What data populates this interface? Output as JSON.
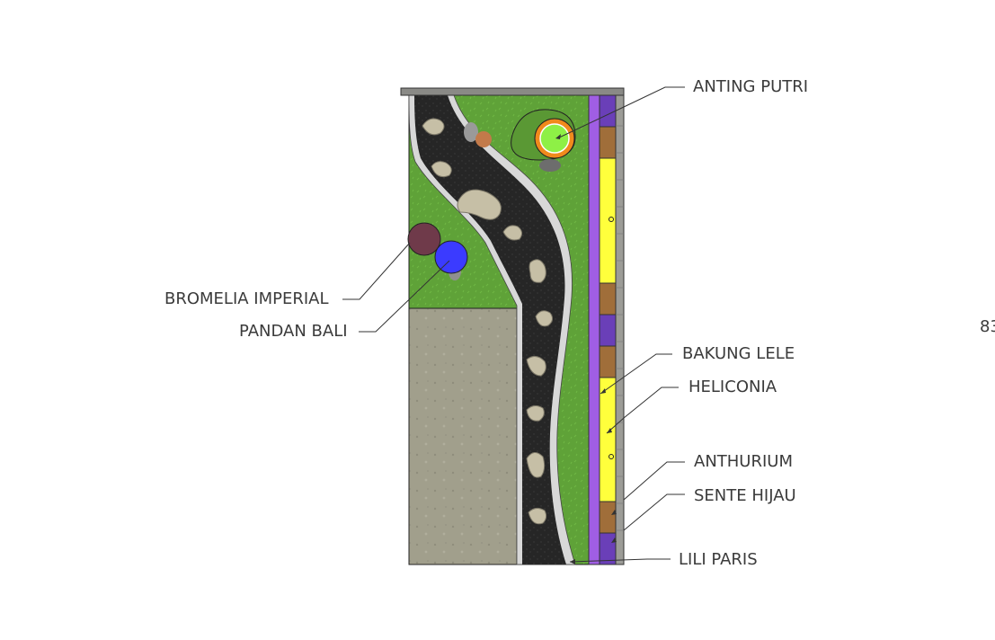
{
  "labels": {
    "anting_putri": "ANTING PUTRI",
    "bromelia_imperial": "BROMELIA IMPERIAL",
    "pandan_bali": "PANDAN BALI",
    "bakung_lele": "BAKUNG LELE",
    "heliconia": "HELICONIA",
    "anthurium": "ANTHURIUM",
    "sente_hijau": "SENTE HIJAU",
    "lili_paris": "LILI PARIS",
    "dimension_partial": "83"
  },
  "colors": {
    "grass": "#5fa238",
    "path": "#262626",
    "gravel_edge": "#d8d8d8",
    "paving": "#a19f8c",
    "wall": "#8a8a86",
    "purple_strip": "#a05ee4",
    "planter_purple": "#6a3fb8",
    "planter_brown": "#a06e3a",
    "planter_yellow": "#ffff3c",
    "bromelia": "#6f3a4a",
    "pandan": "#3b3bff",
    "anting_ring": "#f08a1c",
    "anting_fill": "#8ef046",
    "stone": "#c6bfa6"
  }
}
